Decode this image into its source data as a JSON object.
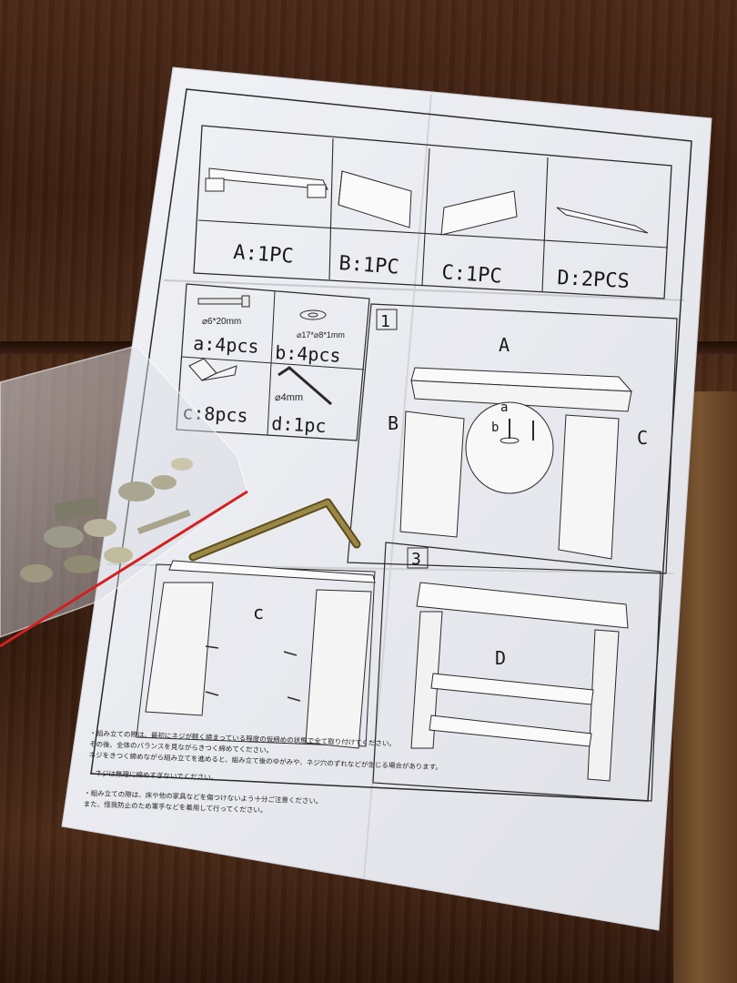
{
  "parts_row": [
    {
      "label": "A:1PC"
    },
    {
      "label": "B:1PC"
    },
    {
      "label": "C:1PC"
    },
    {
      "label": "D:2PCS"
    }
  ],
  "hardware": [
    {
      "spec": "⌀6*20mm",
      "label": "a:4pcs"
    },
    {
      "spec": "⌀17*⌀8*1mm",
      "label": "b:4pcs"
    },
    {
      "spec": "",
      "label": "c:8pcs"
    },
    {
      "spec": "⌀4mm",
      "label": "d:1pc"
    }
  ],
  "steps": {
    "step1": {
      "number": "1",
      "callouts": [
        "A",
        "B",
        "C",
        "a",
        "b"
      ]
    },
    "step2": {
      "callout": "c"
    },
    "step3": {
      "number": "3",
      "callout": "D"
    }
  },
  "notes": [
    "・組み立ての際は、最初にネジが軽く締まっている程度の仮締めの状態で全て取り付けてください。",
    "その後、全体のバランスを見ながらきつく締めてください。",
    "ネジをきつく締めながら組み立てを進めると、組み立て後のゆがみや、ネジ穴のずれなどが生じる場合があります。",
    "・ネジは無理に締めすぎないでください。",
    "・組み立ての際は、床や他の家具などを傷つけないよう十分ご注意ください。",
    "また、怪我防止のため軍手などを着用して行ってください。"
  ],
  "colors": {
    "paper": "#ecedf2",
    "ink": "#1a1a1a",
    "wood": "#3e2113",
    "wrench": "#8c7a3a",
    "bag_stripe": "#d42020"
  }
}
